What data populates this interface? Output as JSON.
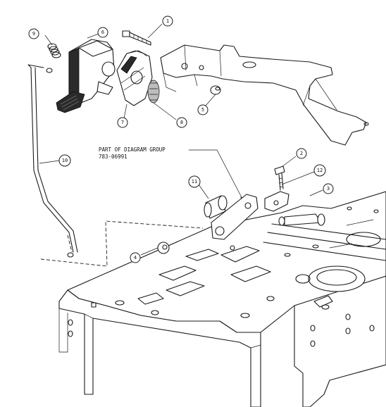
{
  "note": {
    "line1": "PART OF DIAGRAM GROUP",
    "line2": "783-06991"
  },
  "callouts": [
    "1",
    "2",
    "3",
    "4",
    "5",
    "6",
    "7",
    "8",
    "9",
    "10",
    "11",
    "12"
  ]
}
